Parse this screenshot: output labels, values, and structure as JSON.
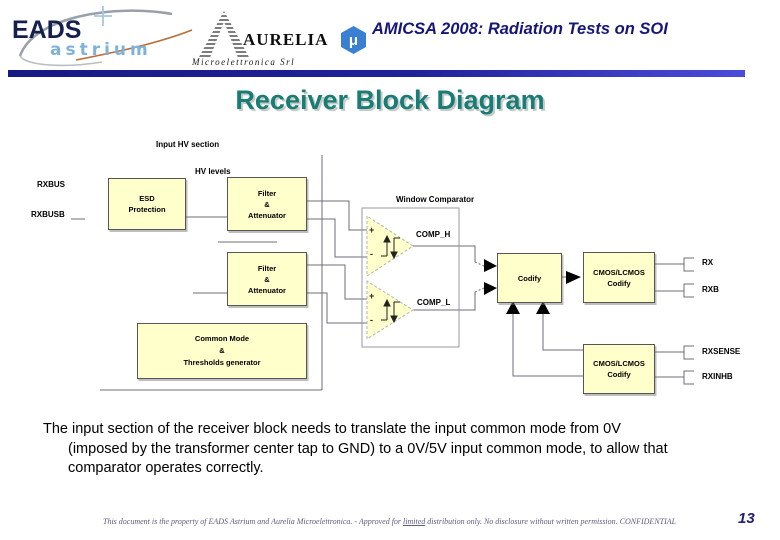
{
  "header": {
    "eads": {
      "line1": "EADS",
      "line2": "astrium"
    },
    "aurelia": {
      "name": "AURELIA",
      "mu": "μ",
      "sub": "Microelettronica Srl"
    },
    "title": "AMICSA 2008: Radiation Tests on SOI"
  },
  "slide": {
    "title": "Receiver Block Diagram"
  },
  "diagram": {
    "section_label": "Input HV section",
    "hv_levels": "HV levels",
    "inputs": {
      "rxbus": "RXBUS",
      "rxbusb": "RXBUSB"
    },
    "blocks": {
      "esd": {
        "l1": "ESD",
        "l2": "Protection"
      },
      "filter": {
        "l1": "Filter",
        "l2": "&",
        "l3": "Attenuator"
      },
      "common_mode": {
        "l1": "Common Mode",
        "l2": "&",
        "l3": "Thresholds generator"
      },
      "codify": {
        "l1": "Codify"
      },
      "cmos": {
        "l1": "CMOS/LCMOS",
        "l2": "Codify"
      }
    },
    "comparator": {
      "label": "Window Comparator",
      "comp_h": "COMP_H",
      "comp_l": "COMP_L",
      "plus": "+",
      "minus": "-"
    },
    "outputs": {
      "rx": "RX",
      "rxb": "RXB",
      "rxsense": "RXSENSE",
      "rxinhb": "RXINHB"
    }
  },
  "body": {
    "line1": "The input section of the receiver block needs to translate the input common mode from 0V",
    "line2": "(imposed by the transformer center tap to GND) to a 0V/5V input common mode, to allow that",
    "line3": "comparator operates correctly."
  },
  "footer": {
    "pre": "This document is the property of EADS Astrium and Aurelia Microelettronica. - Approved for ",
    "underlined": "limited",
    "post": " distribution only. No disclosure without written permission. CONFIDENTIAL",
    "page": "13"
  },
  "colors": {
    "accent_navy": "#16167a",
    "accent_teal": "#187d75",
    "bar_gradient_start": "#191984",
    "bar_gradient_end": "#4b4bdc",
    "block_fill": "#ffffcc",
    "wire_gray": "#6e6e78",
    "mu_hexagon_blue": "#3a7fd2",
    "astrium_blue": "#7fb2d9"
  }
}
